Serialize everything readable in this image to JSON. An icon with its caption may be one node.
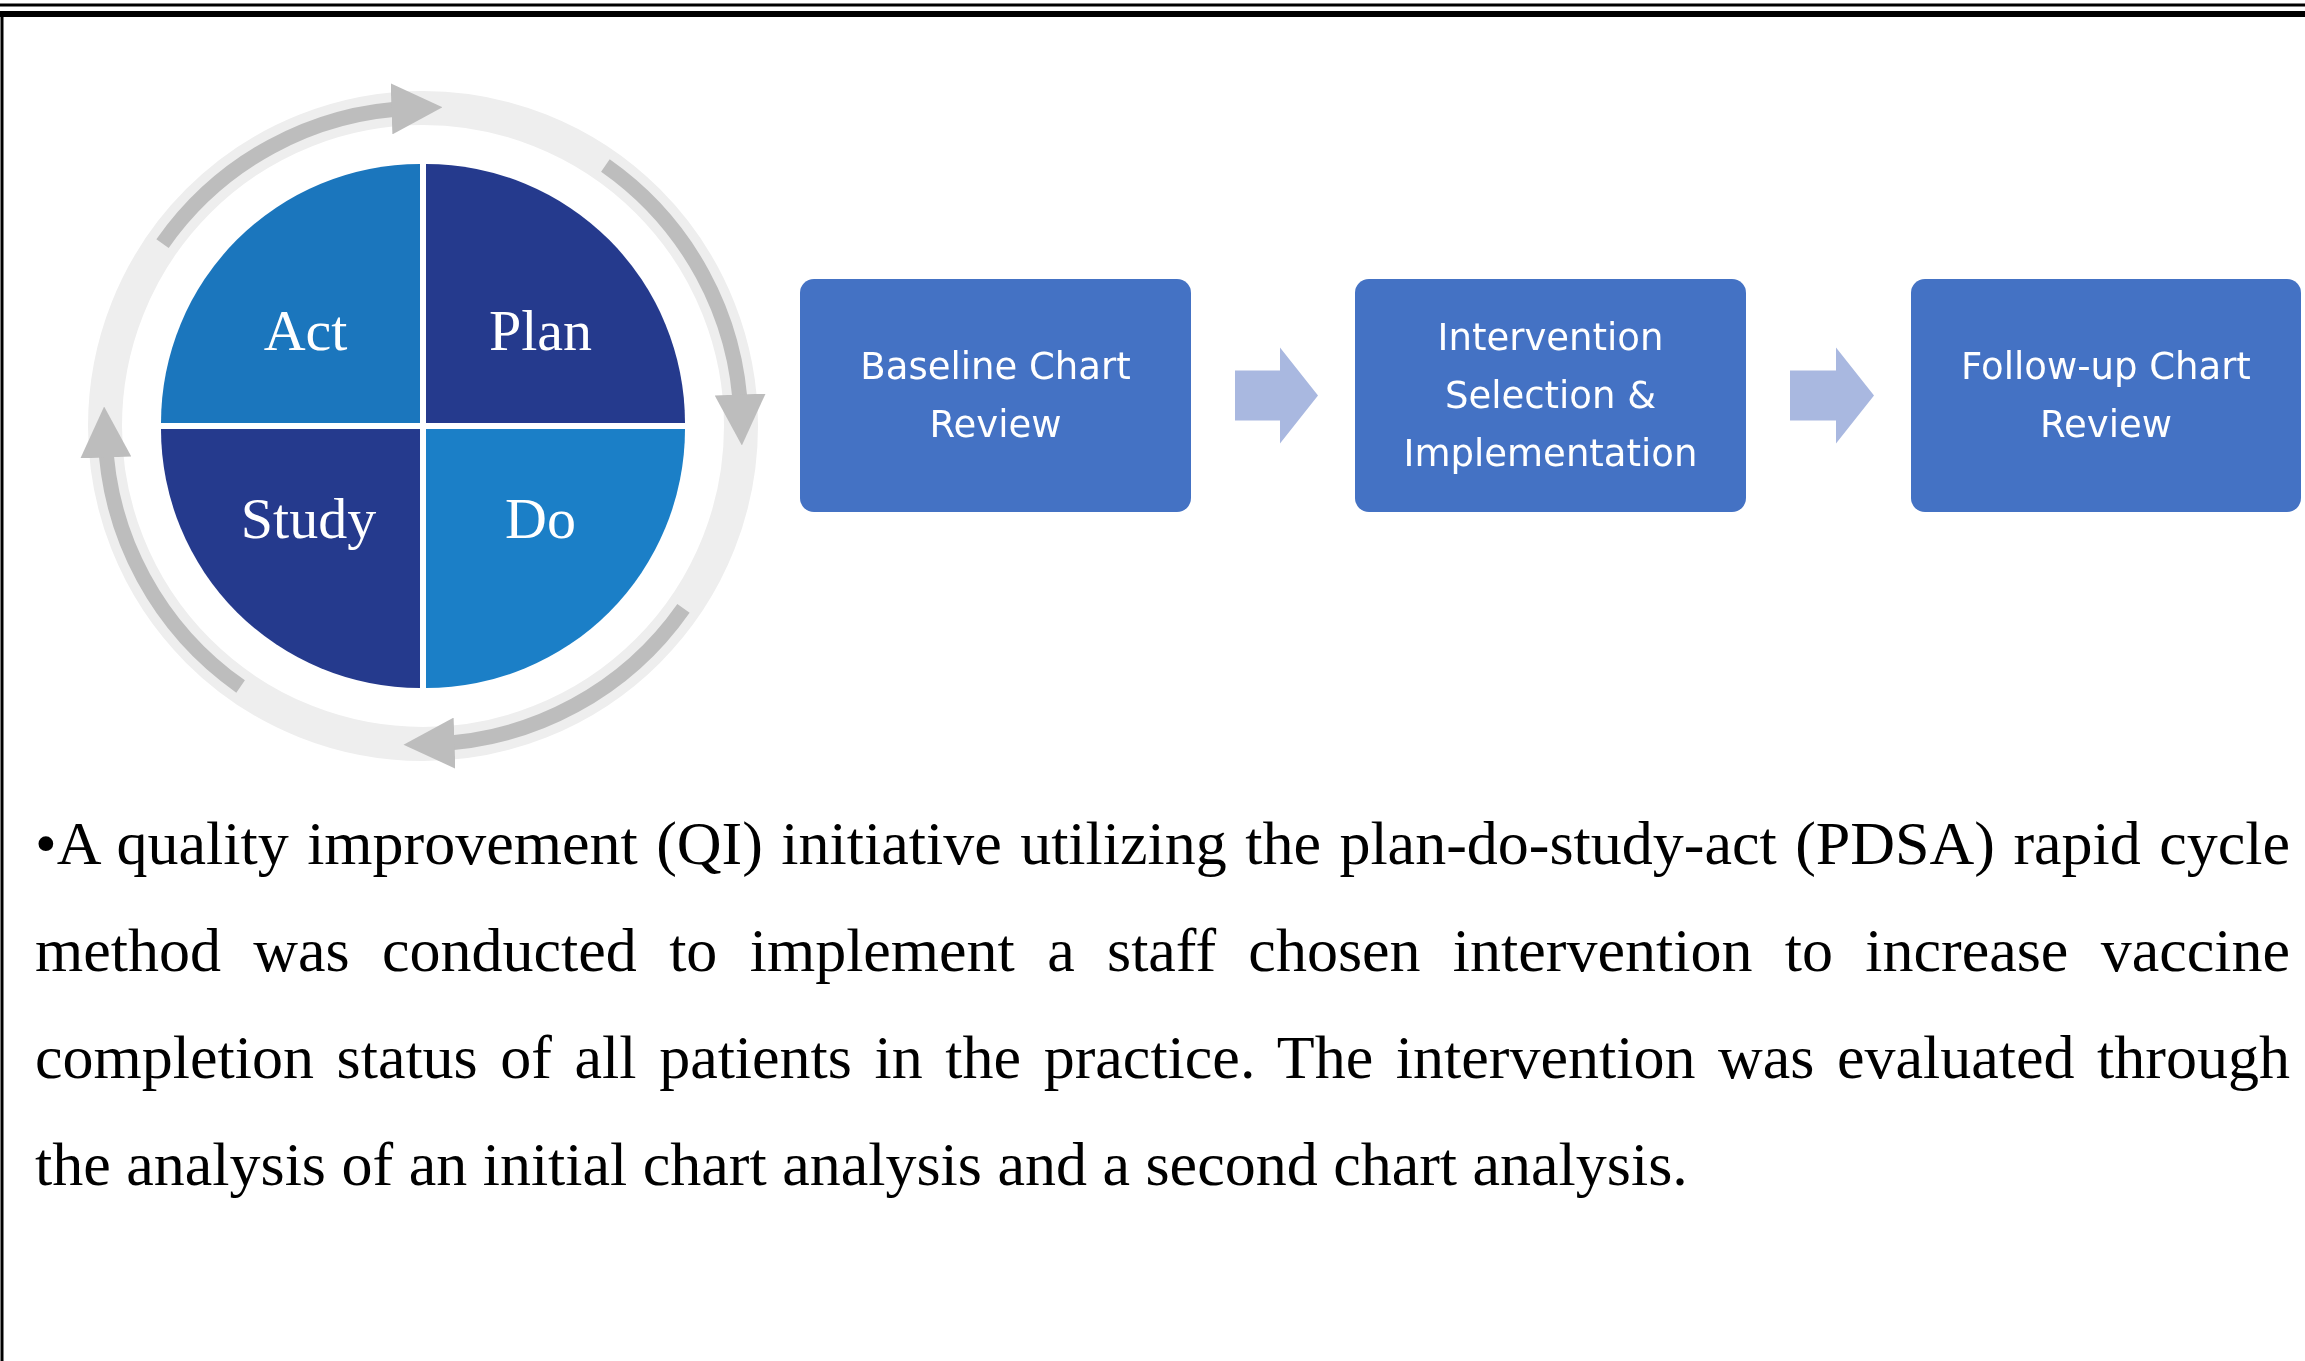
{
  "diagram": {
    "nodes": [
      {
        "text": [
          "Act"
        ]
      },
      {
        "text": [
          "Plan"
        ]
      },
      {
        "text": [
          "Study"
        ]
      },
      {
        "text": [
          "Do"
        ]
      },
      {
        "text": [
          "Baseline Chart Review"
        ]
      },
      {
        "text": [
          "Intervention Selection & Implementation"
        ]
      },
      {
        "text": [
          "Follow-up Chart Review"
        ]
      }
    ],
    "edges": [
      {
        "from": 0,
        "to": 1,
        "arrow": "to"
      },
      {
        "from": 1,
        "to": 3,
        "arrow": "to"
      },
      {
        "from": 3,
        "to": 2,
        "arrow": "to"
      },
      {
        "from": 2,
        "to": 0,
        "arrow": "to"
      },
      {
        "from": 4,
        "to": 5,
        "arrow": "to",
        "style": "thick",
        "color": "#a9b8e0"
      },
      {
        "from": 5,
        "to": 6,
        "arrow": "to",
        "style": "thick",
        "color": "#a9b8e0"
      }
    ],
    "labels": [
      "•A quality improvement (QI) initiative utilizing the plan-do-study-act (PDSA) rapid cycle method was conducted to implement a staff chosen intervention to increase vaccine completion status of all patients in the practice. The intervention was evaluated through the analysis of an initial chart analysis and a second chart analysis."
    ]
  }
}
